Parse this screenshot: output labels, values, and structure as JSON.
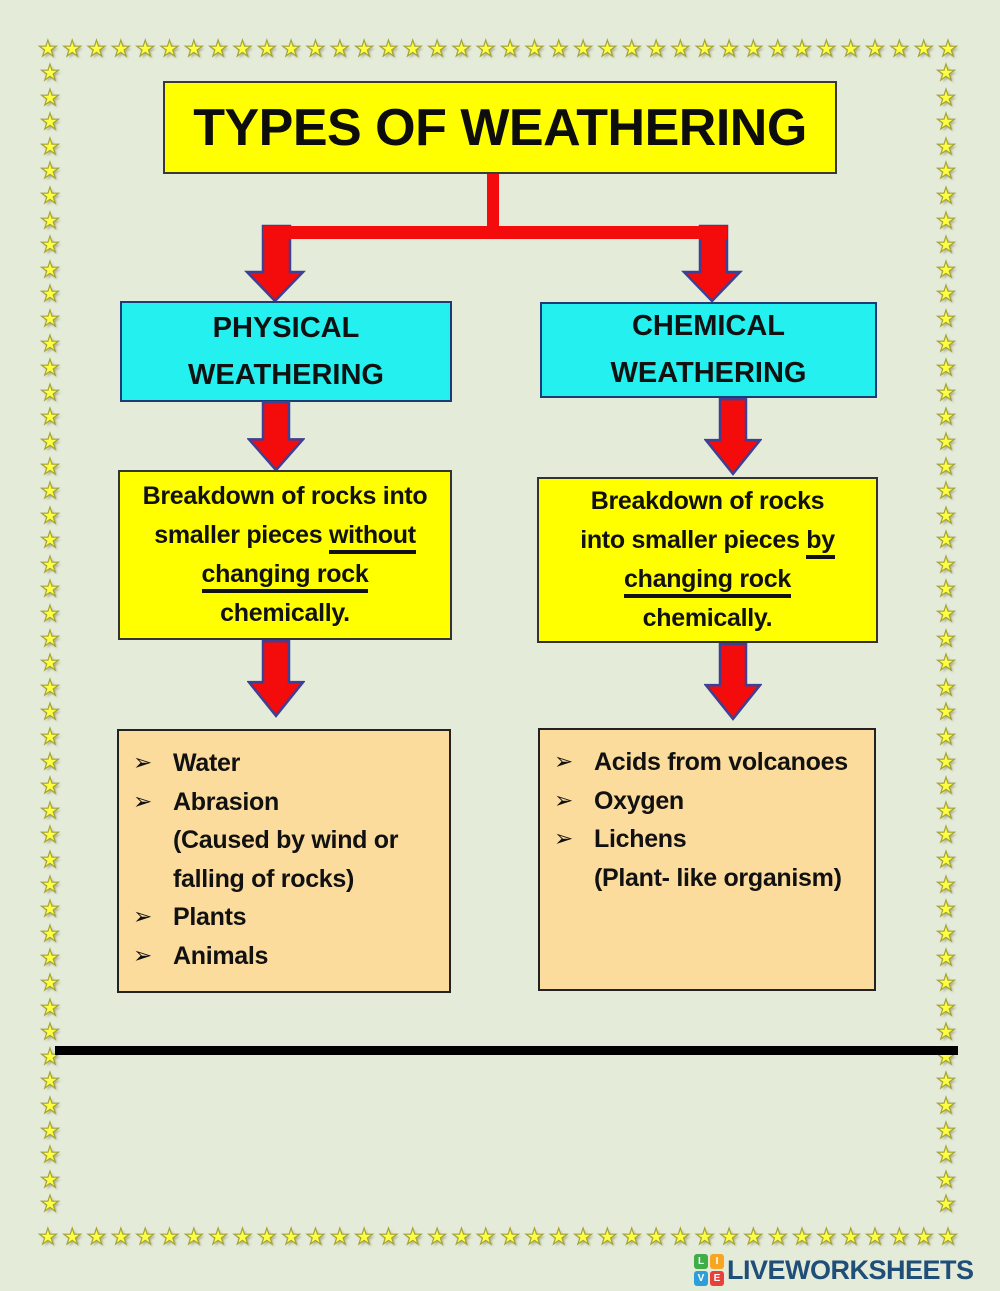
{
  "title": "TYPES OF WEATHERING",
  "decor": {
    "star_char": "★",
    "bullet_char": "➢"
  },
  "colors": {
    "background": "#e4ebd8",
    "title_yellow": "#ffff00",
    "heading_cyan": "#24f0f0",
    "list_tan": "#fbdc9d",
    "arrow_red": "#f40b0b",
    "arrow_outline": "#3f3f94",
    "star_yellow": "#ffff42",
    "divider_black": "#000000",
    "logo_navy": "#1f4e79"
  },
  "branches": [
    {
      "id": "physical",
      "heading_lines": [
        "PHYSICAL",
        "WEATHERING"
      ],
      "description_lines": [
        [
          {
            "t": "Breakdown of rocks into"
          }
        ],
        [
          {
            "t": "smaller pieces "
          },
          {
            "t": "without",
            "u": true
          }
        ],
        [
          {
            "t": "changing rock",
            "u": true
          }
        ],
        [
          {
            "t": "chemically."
          }
        ]
      ],
      "examples": [
        {
          "bullet": true,
          "text": "Water"
        },
        {
          "bullet": true,
          "text": "Abrasion"
        },
        {
          "bullet": false,
          "text": "(Caused by wind or"
        },
        {
          "bullet": false,
          "text": "falling of rocks)"
        },
        {
          "bullet": true,
          "text": "Plants"
        },
        {
          "bullet": true,
          "text": "Animals"
        }
      ]
    },
    {
      "id": "chemical",
      "heading_lines": [
        "CHEMICAL",
        "WEATHERING"
      ],
      "description_lines": [
        [
          {
            "t": "Breakdown of rocks"
          }
        ],
        [
          {
            "t": "into smaller pieces "
          },
          {
            "t": "by",
            "u": true
          }
        ],
        [
          {
            "t": "changing rock",
            "u": true
          }
        ],
        [
          {
            "t": "chemically."
          }
        ]
      ],
      "examples": [
        {
          "bullet": true,
          "text": "Acids from volcanoes"
        },
        {
          "bullet": true,
          "text": "Oxygen"
        },
        {
          "bullet": true,
          "text": "Lichens"
        },
        {
          "bullet": false,
          "text": "(Plant- like organism)"
        }
      ]
    }
  ],
  "footer": {
    "logo_text": "LIVEWORKSHEETS",
    "logo_squares": [
      {
        "ch": "L",
        "color": "#3fae49"
      },
      {
        "ch": "I",
        "color": "#f6a623"
      },
      {
        "ch": "V",
        "color": "#2d9fd8"
      },
      {
        "ch": "E",
        "color": "#e8413c"
      }
    ]
  }
}
